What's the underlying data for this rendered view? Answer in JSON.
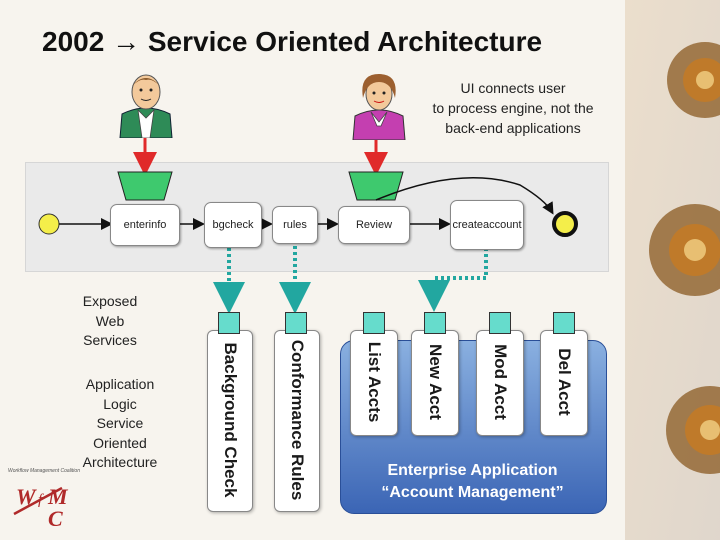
{
  "title": "2002 → Service Oriented Architecture",
  "note": {
    "line1": "UI connects user",
    "line2": "to process engine, not the",
    "line3": "back-end applications"
  },
  "process": {
    "tasks": [
      "enter info",
      "bg check",
      "rules",
      "Review",
      "create account"
    ]
  },
  "labels": {
    "exposed": [
      "Exposed",
      "Web",
      "Services"
    ],
    "app_logic": [
      "Application",
      "Logic",
      "Service",
      "Oriented",
      "Architecture"
    ]
  },
  "services": {
    "background_check": "Background Check",
    "conformance_rules": "Conformance Rules"
  },
  "enterprise": {
    "accounts": [
      "List Accts",
      "New Acct",
      "Mod Acct",
      "Del Acct"
    ],
    "label_line1": "Enterprise Application",
    "label_line2": "“Account Management”"
  },
  "logo": {
    "caption": "Workflow Management Coalition",
    "mark": "WfMC"
  },
  "colors": {
    "start_event": "#f4ee4a",
    "trigger_green": "#3ec96e",
    "port_teal": "#66dccc",
    "arrow_red": "#e02a2a",
    "dotted_teal": "#22a7a0",
    "enterprise_blue": "#3b65b5",
    "logo_red": "#b02a2a"
  }
}
